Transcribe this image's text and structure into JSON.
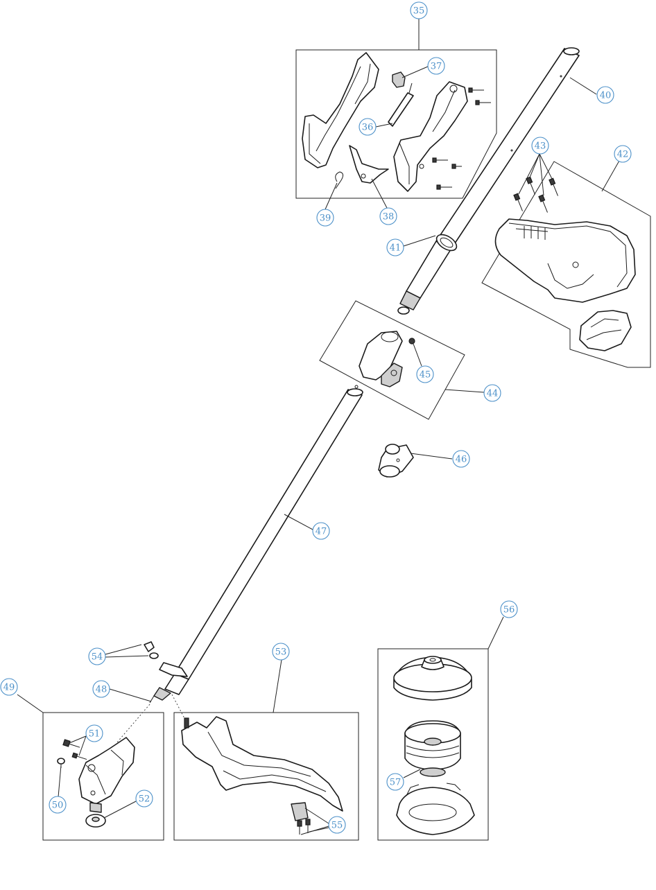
{
  "callouts": {
    "c35": "35",
    "c36": "36",
    "c37": "37",
    "c38": "38",
    "c39": "39",
    "c40": "40",
    "c41": "41",
    "c42": "42",
    "c43": "43",
    "c44": "44",
    "c45": "45",
    "c46": "46",
    "c47": "47",
    "c48": "48",
    "c49": "49",
    "c50": "50",
    "c51": "51",
    "c52": "52",
    "c53": "53",
    "c54": "54",
    "c55": "55",
    "c56": "56",
    "c57": "57"
  },
  "colors": {
    "callout": "#4a8fc8",
    "line": "#1a1a1a"
  }
}
